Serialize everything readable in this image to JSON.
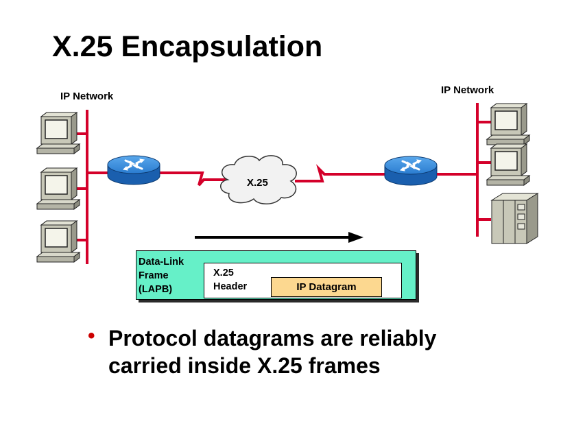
{
  "title": "X.25 Encapsulation",
  "networks": {
    "left_label": "IP Network",
    "right_label": "IP Network",
    "cloud_label": "X.25"
  },
  "frame": {
    "datalink_label": "Data-Link\nFrame\n(LAPB)",
    "x25_header_label": "X.25\nHeader",
    "ip_datagram_label": "IP Datagram"
  },
  "bullet": {
    "symbol": "•",
    "text": "Protocol datagrams are reliably\ncarried inside X.25 frames"
  },
  "colors": {
    "router": "#1f6fbf",
    "link": "#d4002a",
    "frame_fill": "#66f0c8",
    "datagram_fill": "#fcd890",
    "bullet": "#cc0000"
  },
  "icons": [
    "router-icon",
    "workstation-icon",
    "server-icon",
    "x25-cloud-icon",
    "direction-arrow-icon"
  ]
}
